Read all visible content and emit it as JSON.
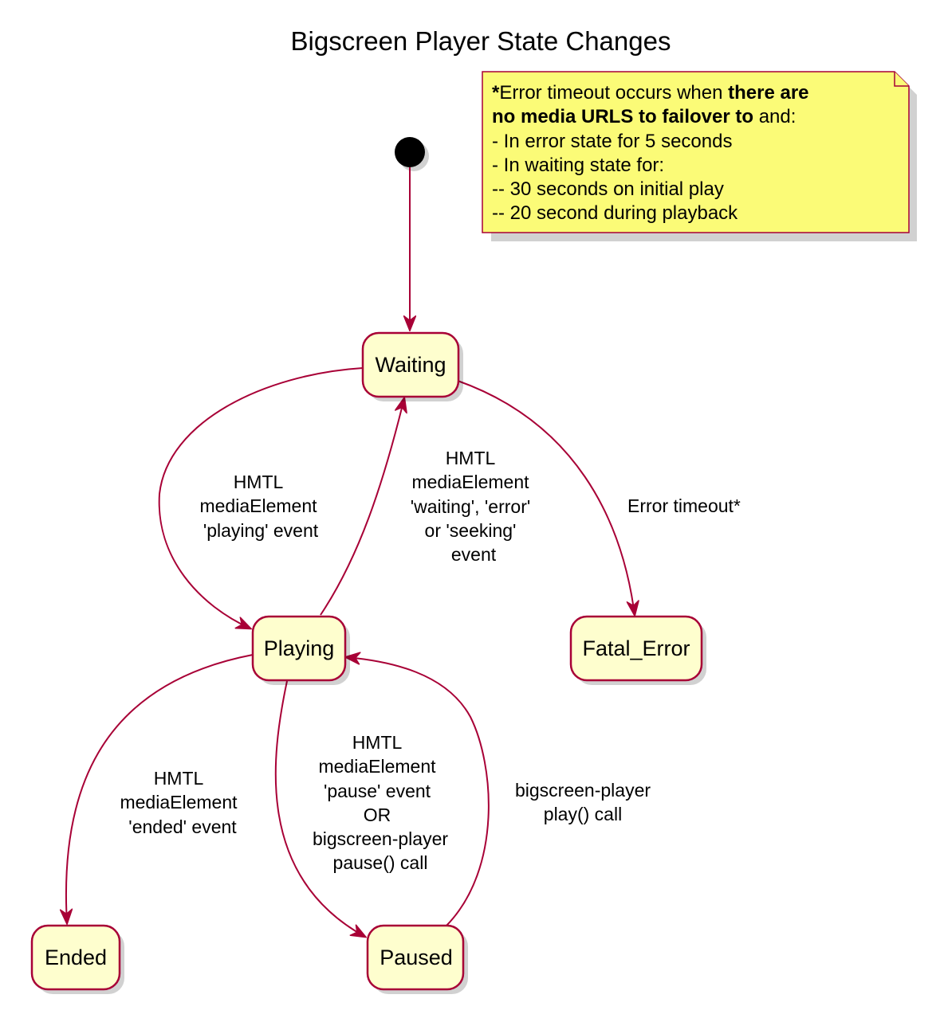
{
  "title": "Bigscreen Player State Changes",
  "states": {
    "waiting": "Waiting",
    "playing": "Playing",
    "fatal_error": "Fatal_Error",
    "ended": "Ended",
    "paused": "Paused"
  },
  "transitions": {
    "waiting_to_playing": [
      "HMTL",
      "mediaElement",
      "'playing' event"
    ],
    "playing_to_waiting": [
      "HMTL",
      "mediaElement",
      "'waiting', 'error'",
      "or 'seeking'",
      "event"
    ],
    "waiting_to_fatal": [
      "Error timeout*"
    ],
    "playing_to_ended": [
      "HMTL",
      "mediaElement",
      "'ended' event"
    ],
    "playing_to_paused": [
      "HMTL",
      "mediaElement",
      "'pause' event",
      "OR",
      "bigscreen-player",
      "pause() call"
    ],
    "paused_to_playing": [
      "bigscreen-player",
      "play() call"
    ]
  },
  "note": {
    "line1_star": "*",
    "line1_normal": "Error timeout occurs when ",
    "line1_bold": "there are",
    "line2_bold": "no media URLS to failover to",
    "line2_normal": " and:",
    "line3": "- In error state for 5 seconds",
    "line4": "- In waiting state for:",
    "line5": "-- 30 seconds on initial play",
    "line6": "-- 20 second during playback"
  },
  "colors": {
    "state_fill": "#FEFECE",
    "border": "#A80036",
    "note_fill": "#FBFB77"
  }
}
